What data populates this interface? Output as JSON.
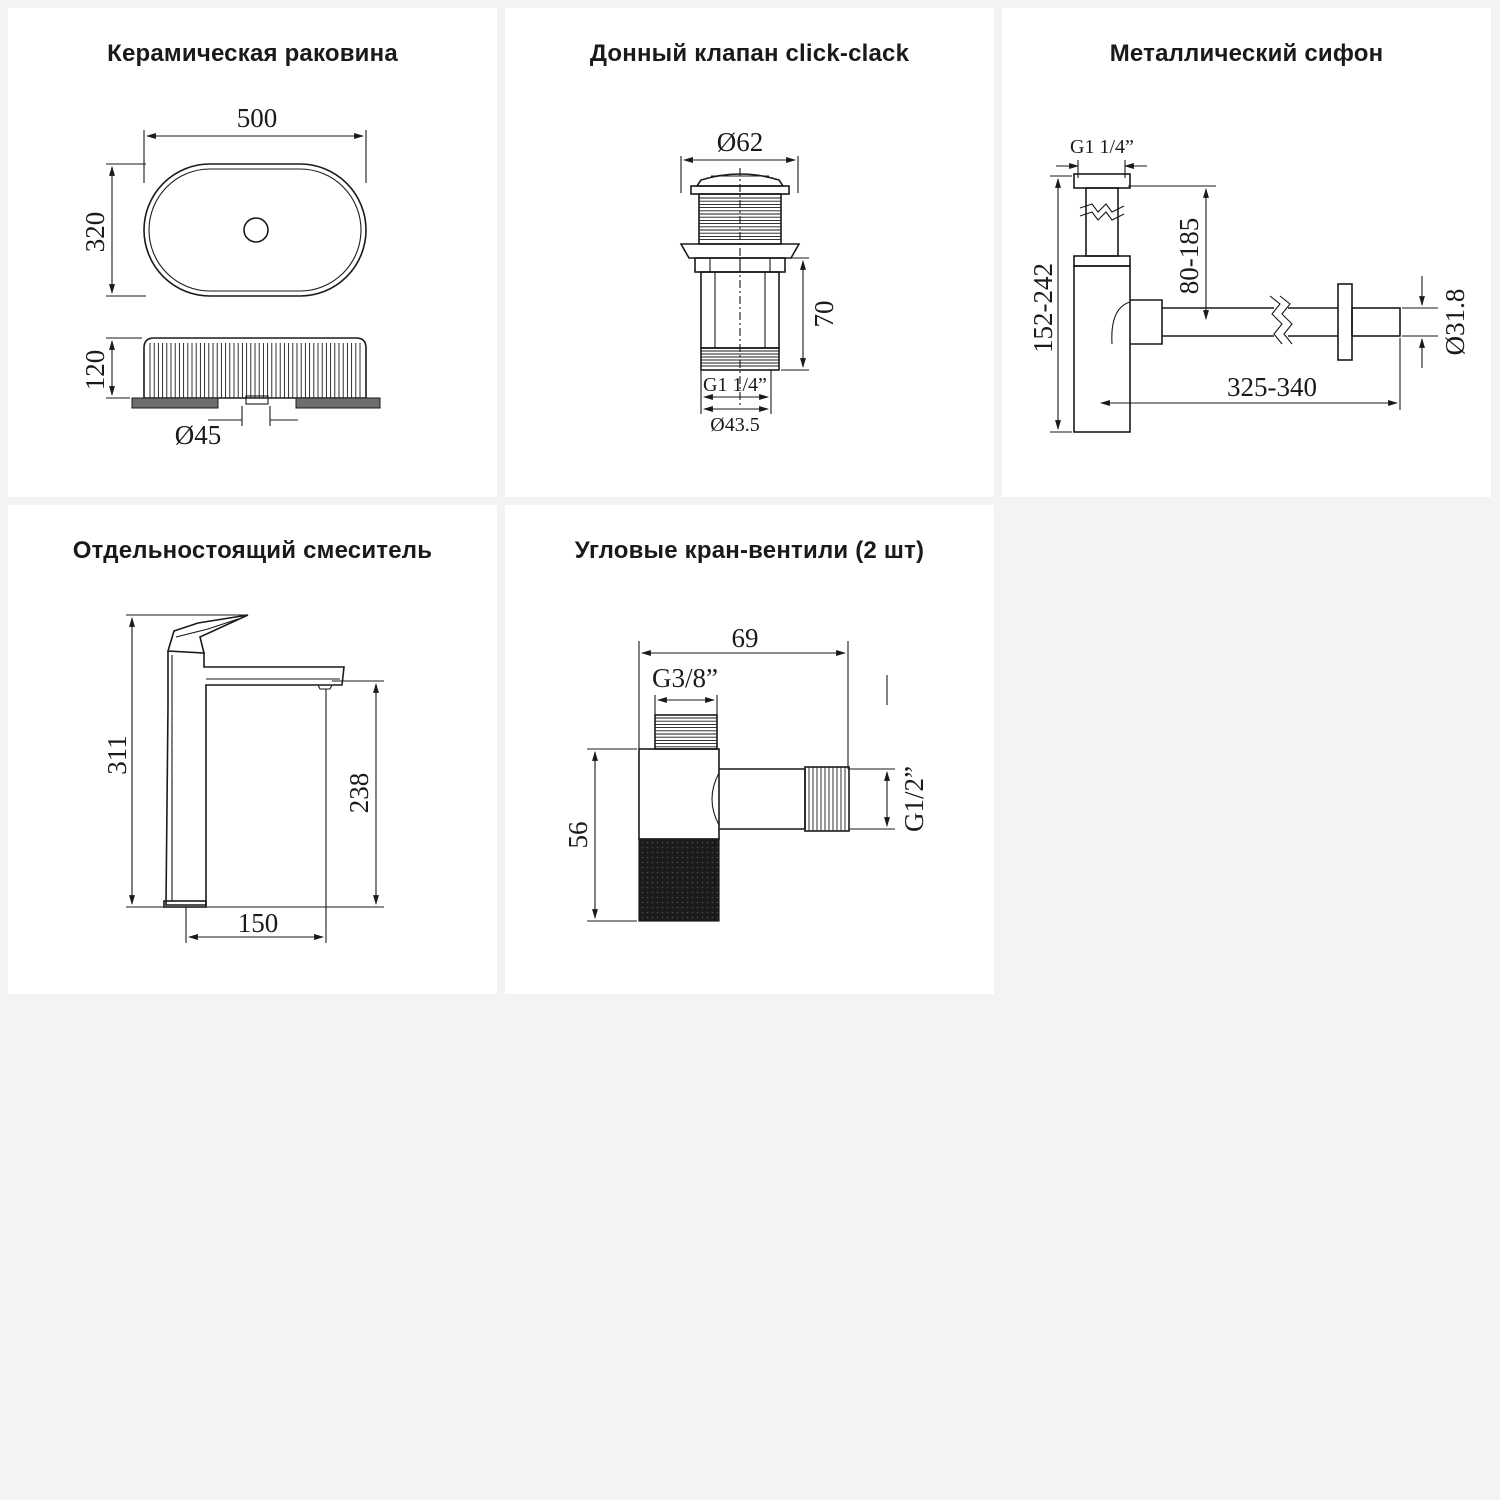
{
  "colors": {
    "page_bg": "#f3f3f3",
    "card_bg": "#ffffff",
    "ink": "#1a1a1a"
  },
  "cards": [
    {
      "title": "Керамическая раковина",
      "dims": {
        "width": "500",
        "depth": "320",
        "height": "120",
        "drain": "Ø45"
      }
    },
    {
      "title": "Донный клапан click-clack",
      "dims": {
        "cap": "Ø62",
        "height": "70",
        "thread": "G1 1/4”",
        "body": "Ø43.5"
      }
    },
    {
      "title": "Металлический сифон",
      "dims": {
        "thread": "G1 1/4”",
        "inlet": "80-185",
        "height": "152-242",
        "outlet": "Ø31.8",
        "length": "325-340"
      }
    },
    {
      "title": "Отдельностоящий смеситель",
      "dims": {
        "height": "311",
        "spout_height": "238",
        "reach": "150"
      }
    },
    {
      "title": "Угловые кран-вентили (2 шт)",
      "dims": {
        "length": "69",
        "inlet_thread": "G3/8”",
        "outlet_thread": "G1/2”",
        "height": "56"
      }
    }
  ]
}
